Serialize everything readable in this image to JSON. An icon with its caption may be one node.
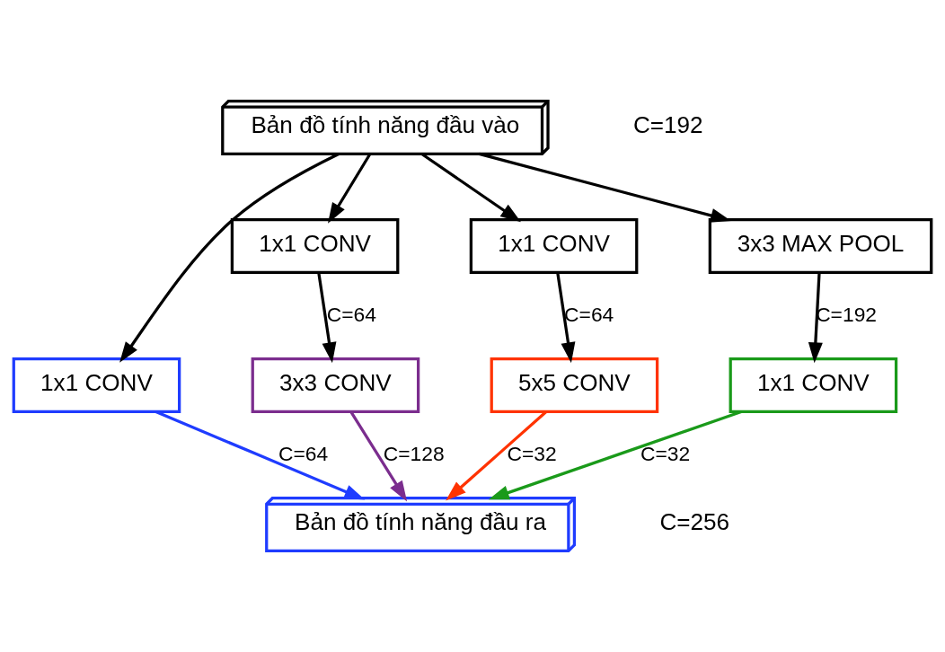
{
  "diagram": {
    "nodes": [
      {
        "text": [
          "Bản đồ tính năng đầu vào"
        ],
        "beside": [
          "C=192"
        ]
      },
      {
        "text": [
          "1x1 CONV"
        ]
      },
      {
        "text": [
          "1x1 CONV"
        ]
      },
      {
        "text": [
          "3x3 MAX POOL"
        ]
      },
      {
        "text": [
          "1x1 CONV"
        ]
      },
      {
        "text": [
          "3x3 CONV"
        ]
      },
      {
        "text": [
          "5x5 CONV"
        ]
      },
      {
        "text": [
          "1x1 CONV"
        ]
      },
      {
        "text": [
          "Bản đồ tính năng đầu ra"
        ],
        "beside": [
          "C=256"
        ]
      }
    ],
    "edges": [
      {
        "from": 0,
        "to": 4,
        "arrow": "to"
      },
      {
        "from": 0,
        "to": 1,
        "arrow": "to"
      },
      {
        "from": 0,
        "to": 2,
        "arrow": "to"
      },
      {
        "from": 0,
        "to": 3,
        "arrow": "to"
      },
      {
        "from": 1,
        "to": 5,
        "arrow": "to",
        "label": "C=64"
      },
      {
        "from": 2,
        "to": 6,
        "arrow": "to",
        "label": "C=64"
      },
      {
        "from": 3,
        "to": 7,
        "arrow": "to",
        "label": "C=192"
      },
      {
        "from": 4,
        "to": 8,
        "arrow": "to",
        "label": "C=64",
        "color": "#1f3cff"
      },
      {
        "from": 5,
        "to": 8,
        "arrow": "to",
        "label": "C=128",
        "color": "#7b2d8e"
      },
      {
        "from": 6,
        "to": 8,
        "arrow": "to",
        "label": "C=32",
        "color": "#ff3300"
      },
      {
        "from": 7,
        "to": 8,
        "arrow": "to",
        "label": "C=32",
        "color": "#1a9a1a"
      }
    ]
  }
}
